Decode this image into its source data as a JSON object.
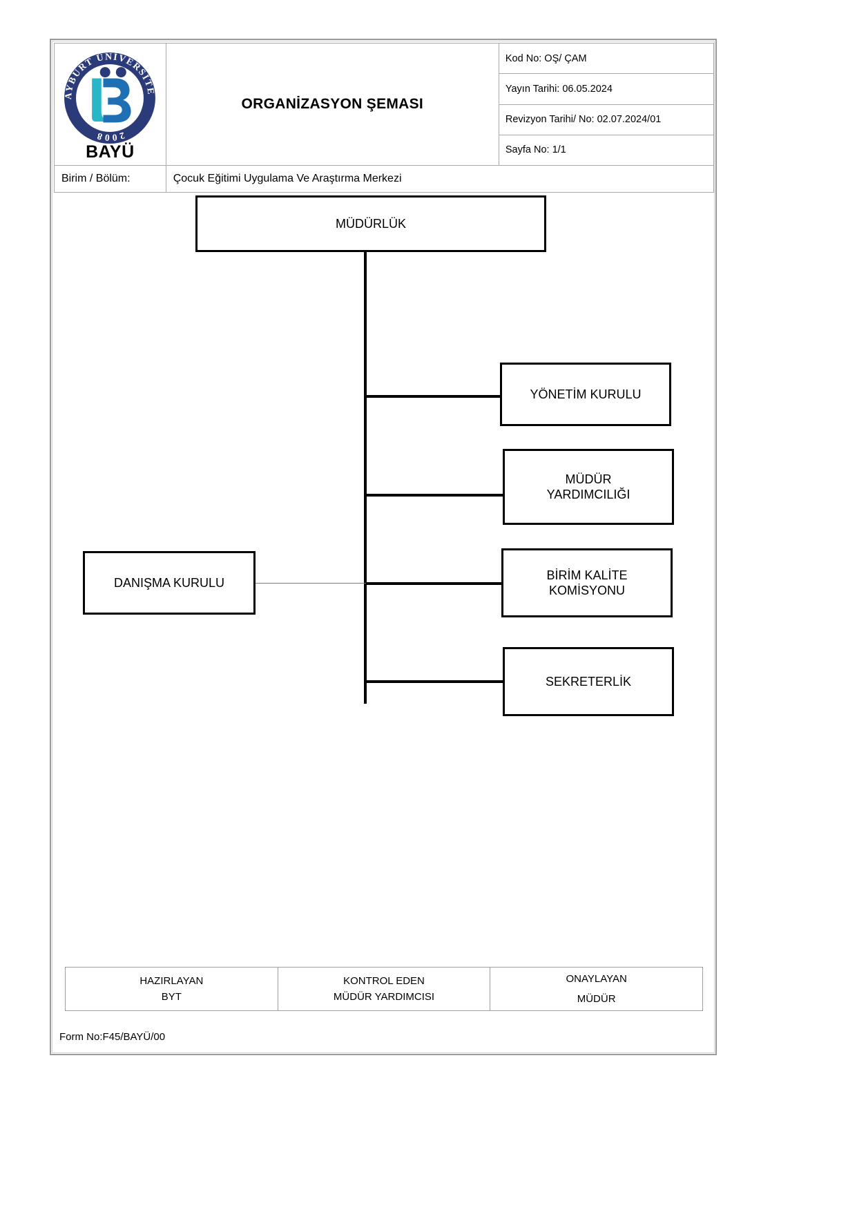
{
  "document": {
    "title": "ORGANİZASYON ŞEMASI",
    "logo": {
      "ring_text": "BAYBURT ÜNİVERSİTESİ",
      "year": "2008",
      "abbreviation": "BAYÜ",
      "ring_color": "#2b3a78",
      "mark_color": "#29b6c9",
      "mark_color_dark": "#1f3a93"
    },
    "meta": [
      {
        "label": "Kod No:",
        "value": "OŞ/ ÇAM",
        "text": "Kod No: OŞ/ ÇAM"
      },
      {
        "label": "Yayın Tarihi:",
        "value": "06.05.2024",
        "text": "Yayın Tarihi: 06.05.2024"
      },
      {
        "label": "Revizyon Tarihi/ No:",
        "value": "02.07.2024/01",
        "text": "Revizyon Tarihi/ No: 02.07.2024/01"
      },
      {
        "label": "Sayfa No:",
        "value": "1/1",
        "text": "Sayfa No: 1/1"
      }
    ],
    "unit_row": {
      "label": "Birim / Bölüm:",
      "value": "Çocuk Eğitimi Uygulama Ve Araştırma Merkezi"
    },
    "footer": {
      "signatures": [
        {
          "role": "HAZIRLAYAN",
          "name": "BYT"
        },
        {
          "role": "KONTROL EDEN",
          "name": "MÜDÜR YARDIMCISI"
        },
        {
          "role": "ONAYLAYAN",
          "name": "MÜDÜR"
        }
      ],
      "form_no": "Form No:F45/BAYÜ/00"
    }
  },
  "chart_data": {
    "type": "diagram",
    "title": "ORGANİZASYON ŞEMASI",
    "root": "MÜDÜRLÜK",
    "nodes": [
      {
        "id": "mudurluk",
        "label": "MÜDÜRLÜK",
        "level": 0
      },
      {
        "id": "yonetim",
        "label": "YÖNETİM KURULU",
        "level": 1
      },
      {
        "id": "yardimci",
        "label": "MÜDÜR\nYARDIMCILIĞI",
        "level": 1
      },
      {
        "id": "kalite",
        "label": "BİRİM KALİTE\nKOMİSYONU",
        "level": 1
      },
      {
        "id": "sekreter",
        "label": "SEKRETERLİK",
        "level": 1
      },
      {
        "id": "danisma",
        "label": "DANIŞMA KURULU",
        "level": 1
      }
    ],
    "node_labels": {
      "mudurluk": "MÜDÜRLÜK",
      "yonetim": "YÖNETİM KURULU",
      "yardimci_line1": "MÜDÜR",
      "yardimci_line2": "YARDIMCILIĞI",
      "kalite_line1": "BİRİM KALİTE",
      "kalite_line2": "KOMİSYONU",
      "sekreter": "SEKRETERLİK",
      "danisma": "DANIŞMA KURULU"
    },
    "edges": [
      {
        "from": "mudurluk",
        "to": "yonetim",
        "style": "solid"
      },
      {
        "from": "mudurluk",
        "to": "yardimci",
        "style": "solid"
      },
      {
        "from": "mudurluk",
        "to": "kalite",
        "style": "solid"
      },
      {
        "from": "mudurluk",
        "to": "sekreter",
        "style": "solid"
      },
      {
        "from": "mudurluk",
        "to": "danisma",
        "style": "thin"
      }
    ]
  }
}
